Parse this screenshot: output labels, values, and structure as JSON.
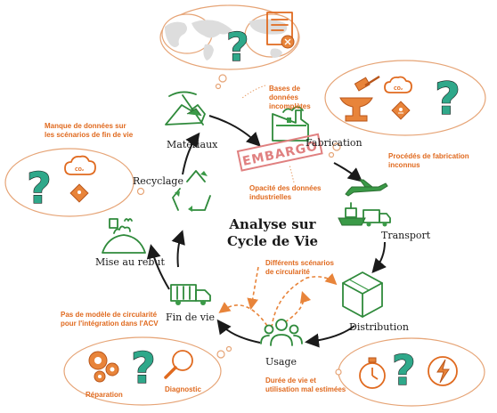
{
  "title": {
    "line1": "Analyse sur",
    "line2": "Cycle de Vie"
  },
  "stages": {
    "materiaux": "Matériaux",
    "fabrication": "Fabrication",
    "transport": "Transport",
    "distribution": "Distribution",
    "usage": "Usage",
    "fin_de_vie": "Fin de vie",
    "mise_au_rebut": "Mise au rebut",
    "recyclage": "Recyclage"
  },
  "annotations": {
    "bases_line1": "Bases de",
    "bases_line2": "données",
    "bases_line3": "incomplètes",
    "manque_line1": "Manque de données sur",
    "manque_line2": "les scénarios de fin de vie",
    "procedes_line1": "Procédés de fabrication",
    "procedes_line2": "inconnus",
    "opacite_line1": "Opacité des données",
    "opacite_line2": "industrielles",
    "scenarios_line1": "Différents scénarios",
    "scenarios_line2": "de circularité",
    "modele_line1": "Pas de modèle de circularité",
    "modele_line2": "pour l'intégration dans l'ACV",
    "duree_line1": "Durée de vie et",
    "duree_line2": "utilisation mal estimées",
    "reparation": "Réparation",
    "diagnostic": "Diagnostic"
  },
  "stamp": "EMBARGO",
  "co2_label": "CO₂",
  "question_mark": "?",
  "icons": [
    "pickaxe-icon",
    "factory-icon",
    "airplane-icon",
    "ship-icon",
    "truck-icon",
    "box-icon",
    "people-icon",
    "garbage-truck-icon",
    "landfill-icon",
    "recycle-icon",
    "world-map-icon",
    "document-icon",
    "anvil-icon",
    "hammer-icon",
    "co2-cloud-icon",
    "toxic-icon",
    "gears-icon",
    "magnifier-icon",
    "stopwatch-icon",
    "lightning-icon"
  ],
  "colors": {
    "green": "#2f8a3b",
    "orange": "#e06a1f",
    "teal_question": "#2fa88a",
    "stamp_red": "#e08080"
  }
}
